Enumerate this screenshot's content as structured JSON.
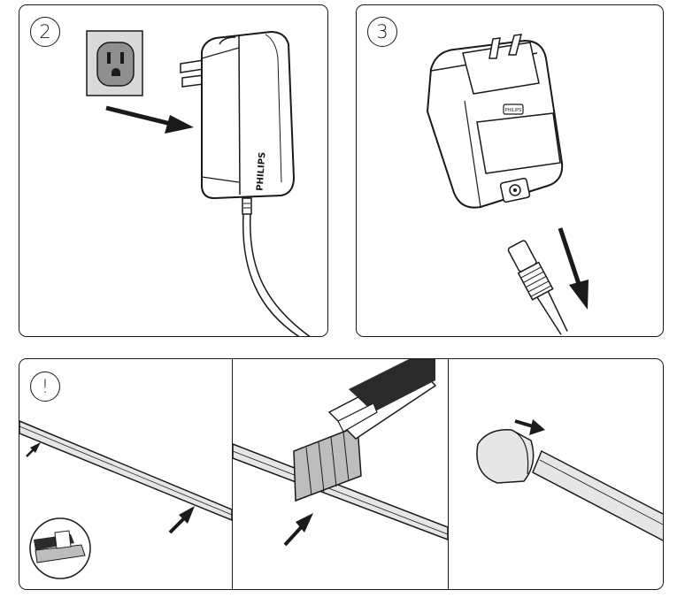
{
  "steps": [
    {
      "badge": "2",
      "content": "unplug-adapter-from-wall-outlet"
    },
    {
      "badge": "3",
      "content": "disconnect-dc-plug-from-adapter"
    }
  ],
  "warning": {
    "badge": "!",
    "frames": [
      "strip-edge-markers",
      "cut-strip-with-knife",
      "slide-end-cap-onto-strip"
    ]
  },
  "adapter_brand": "PHILIPS",
  "adapter_socket_label": "PHILIPS",
  "colors": {
    "outline": "#1a1a1a",
    "outlet_plate": "#d9d9d9",
    "outlet_face": "#8f8f8f",
    "strip_fill": "#e6e6e6",
    "blade_fill": "#bdbdbd",
    "handle_dark": "#2b2b2b"
  }
}
